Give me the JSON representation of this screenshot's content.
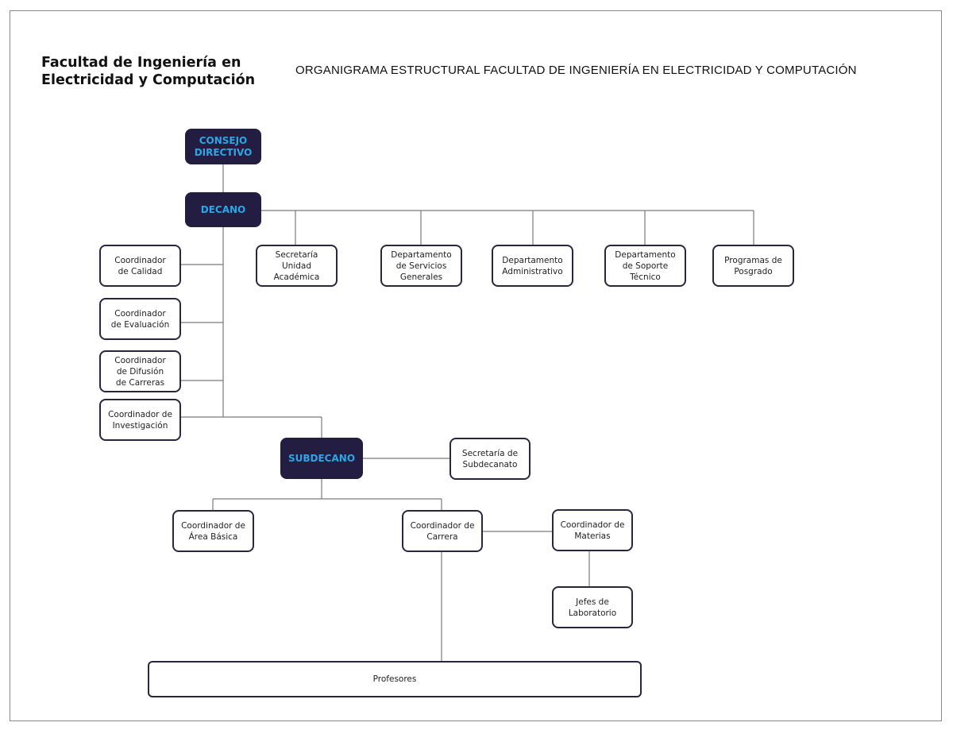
{
  "header": {
    "faculty_name": "Facultad de Ingeniería en\nElectricidad y Computación",
    "chart_title": "ORGANIGRAMA ESTRUCTURAL FACULTAD DE INGENIERÍA EN ELECTRICIDAD Y COMPUTACIÓN"
  },
  "colors": {
    "dark_box": "#231d42",
    "dark_box_text": "#2aa7e6",
    "box_border": "#2b2640",
    "connector": "#7a7a7a"
  },
  "nodes": {
    "consejo": "CONSEJO\nDIRECTIVO",
    "decano": "DECANO",
    "coord_calidad": "Coordinador\nde Calidad",
    "coord_evaluacion": "Coordinador\nde Evaluación",
    "coord_difusion": "Coordinador\nde Difusión\nde Carreras",
    "coord_investigacion": "Coordinador de\nInvestigación",
    "secretaria_academica": "Secretaría Unidad\nAcadémica",
    "depto_servicios": "Departamento\nde Servicios\nGenerales",
    "depto_administrativo": "Departamento\nAdministrativo",
    "depto_soporte": "Departamento\nde Soporte\nTécnico",
    "programas_posgrado": "Programas de\nPosgrado",
    "subdecano": "SUBDECANO",
    "secretaria_subdecanato": "Secretaría de\nSubdecanato",
    "coord_area_basica": "Coordinador de\nÁrea Básica",
    "coord_carrera": "Coordinador de\nCarrera",
    "coord_materias": "Coordinador de\nMaterias",
    "jefes_laboratorio": "Jefes de\nLaboratorio",
    "profesores": "Profesores"
  }
}
